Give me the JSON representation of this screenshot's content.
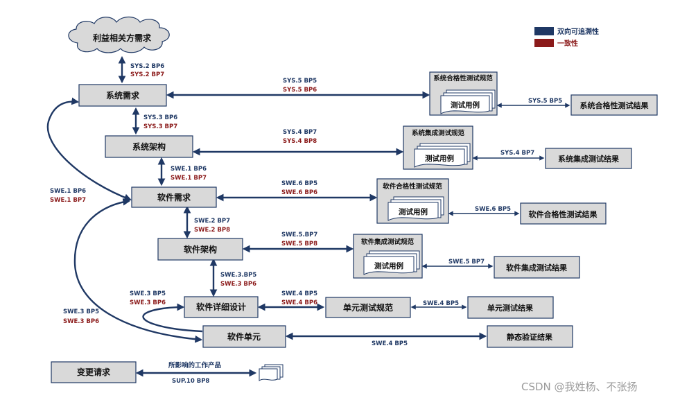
{
  "legend": {
    "traceability_label": "双向可追溯性",
    "traceability_color": "#1f3864",
    "consistency_label": "一致性",
    "consistency_color": "#8b1a1a"
  },
  "nodes": {
    "stakeholder": "利益相关方需求",
    "sys_req": "系统需求",
    "sys_arch": "系统架构",
    "sw_req": "软件需求",
    "sw_arch": "软件架构",
    "sw_detail": "软件详细设计",
    "sw_unit": "软件单元",
    "change_req": "变更请求"
  },
  "specs": {
    "sys_qual_spec": "系统合格性测试规范",
    "sys_int_spec": "系统集成测试规范",
    "sw_qual_spec": "软件合格性测试规范",
    "sw_int_spec": "软件集成测试规范",
    "test_case": "测试用例",
    "unit_spec": "单元测试规范"
  },
  "results": {
    "sys_qual_res": "系统合格性测试结果",
    "sys_int_res": "系统集成测试结果",
    "sw_qual_res": "软件合格性测试结果",
    "sw_int_res": "软件集成测试结果",
    "unit_res": "单元测试结果",
    "static_res": "静态验证结果"
  },
  "labels": {
    "l_sys2_bp6": "SYS.2 BP6",
    "l_sys2_bp7": "SYS.2 BP7",
    "l_sys5_bp5_a": "SYS.5 BP5",
    "l_sys5_bp6": "SYS.5 BP6",
    "l_sys5_bp5_b": "SYS.5 BP5",
    "l_sys3_bp6": "SYS.3 BP6",
    "l_sys3_bp7": "SYS.3 BP7",
    "l_sys4_bp7_a": "SYS.4 BP7",
    "l_sys4_bp8": "SYS.4 BP8",
    "l_sys4_bp7_b": "SYS.4 BP7",
    "l_swe1_bp6_a": "SWE.1 BP6",
    "l_swe1_bp7_a": "SWE.1 BP7",
    "l_swe1_bp6_b": "SWE.1 BP6",
    "l_swe1_bp7_b": "SWE.1 BP7",
    "l_swe6_bp5_a": "SWE.6 BP5",
    "l_swe6_bp6": "SWE.6 BP6",
    "l_swe6_bp5_b": "SWE.6 BP5",
    "l_swe2_bp7": "SWE.2 BP7",
    "l_swe2_bp8": "SWE.2 BP8",
    "l_swe5_bp7_a": "SWE.5.BP7",
    "l_swe5_bp8": "SWE.5 BP8",
    "l_swe5_bp7_b": "SWE.5 BP7",
    "l_swe3_bp5_a": "SWE.3.BP5",
    "l_swe3_bp6_a": "SWE.3 BP6",
    "l_swe3_bp5_b": "SWE.3 BP5",
    "l_swe3_bp6_b": "SWE.3 BP6",
    "l_swe3_bp5_c": "SWE.3 BP5",
    "l_swe3_bp6_c": "SWE.3 BP6",
    "l_swe4_bp5_a": "SWE.4 BP5",
    "l_swe4_bp6": "SWE.4 BP6",
    "l_swe4_bp5_b": "SWE.4 BP5",
    "l_swe4_bp5_c": "SWE.4 BP5",
    "l_affected": "所影响的工作产品",
    "l_sup10": "SUP.10 BP8"
  },
  "watermark": "CSDN @我姓杨、不张扬"
}
